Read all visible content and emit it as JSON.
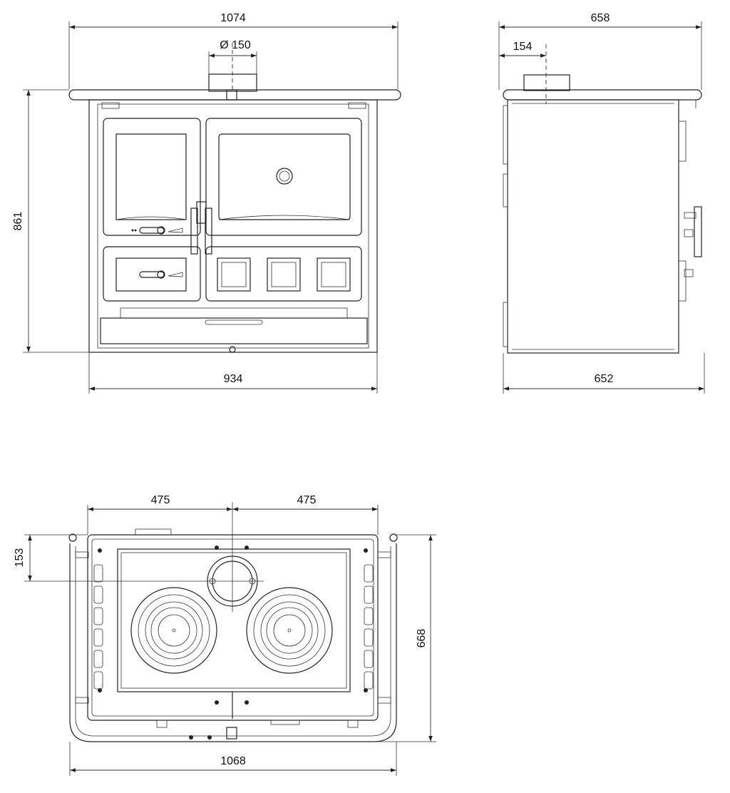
{
  "dimensions": {
    "front_width_top": "1074",
    "flue_diameter": "Ø 150",
    "front_height": "861",
    "front_width_base": "934",
    "side_depth_top": "658",
    "side_flue_offset": "154",
    "side_depth_base": "652",
    "top_left_half": "475",
    "top_right_half": "475",
    "top_flue_offset": "153",
    "top_depth": "668",
    "top_width": "1068"
  },
  "colors": {
    "line": "#222222",
    "background": "#ffffff"
  }
}
